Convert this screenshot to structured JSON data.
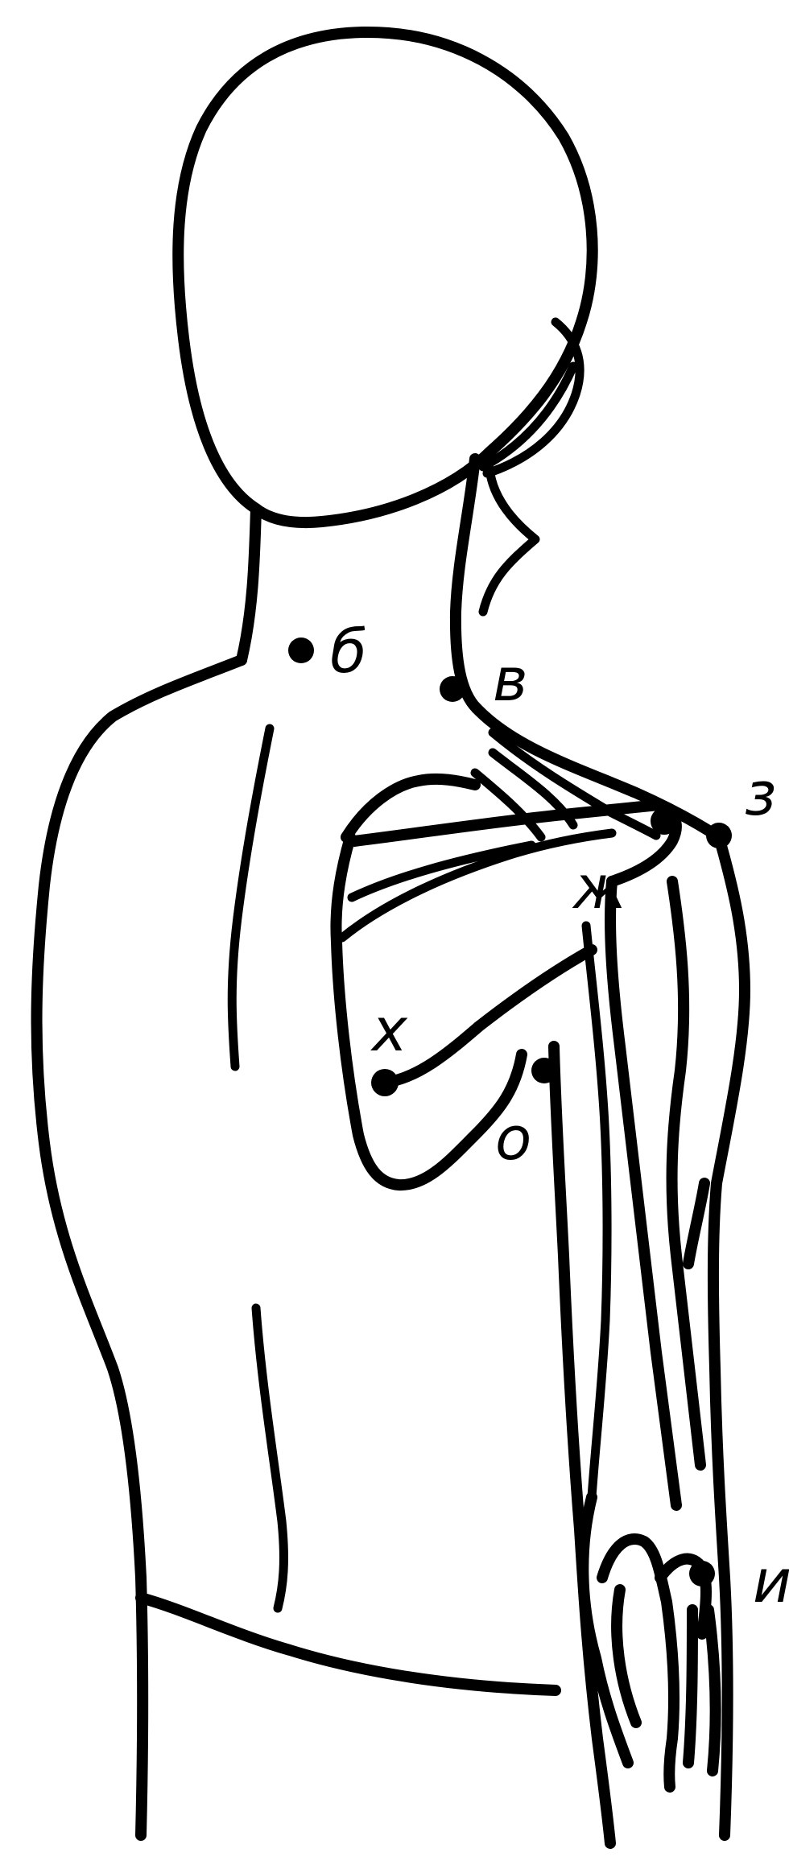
{
  "figure": {
    "colors": {
      "line": "#000000",
      "background": "#ffffff"
    },
    "points": [
      {
        "id": "b",
        "label": "б"
      },
      {
        "id": "v",
        "label": "в"
      },
      {
        "id": "z",
        "label": "з"
      },
      {
        "id": "zh",
        "label": "ж"
      },
      {
        "id": "kh",
        "label": "х"
      },
      {
        "id": "o",
        "label": "о"
      },
      {
        "id": "i",
        "label": "и"
      }
    ]
  }
}
